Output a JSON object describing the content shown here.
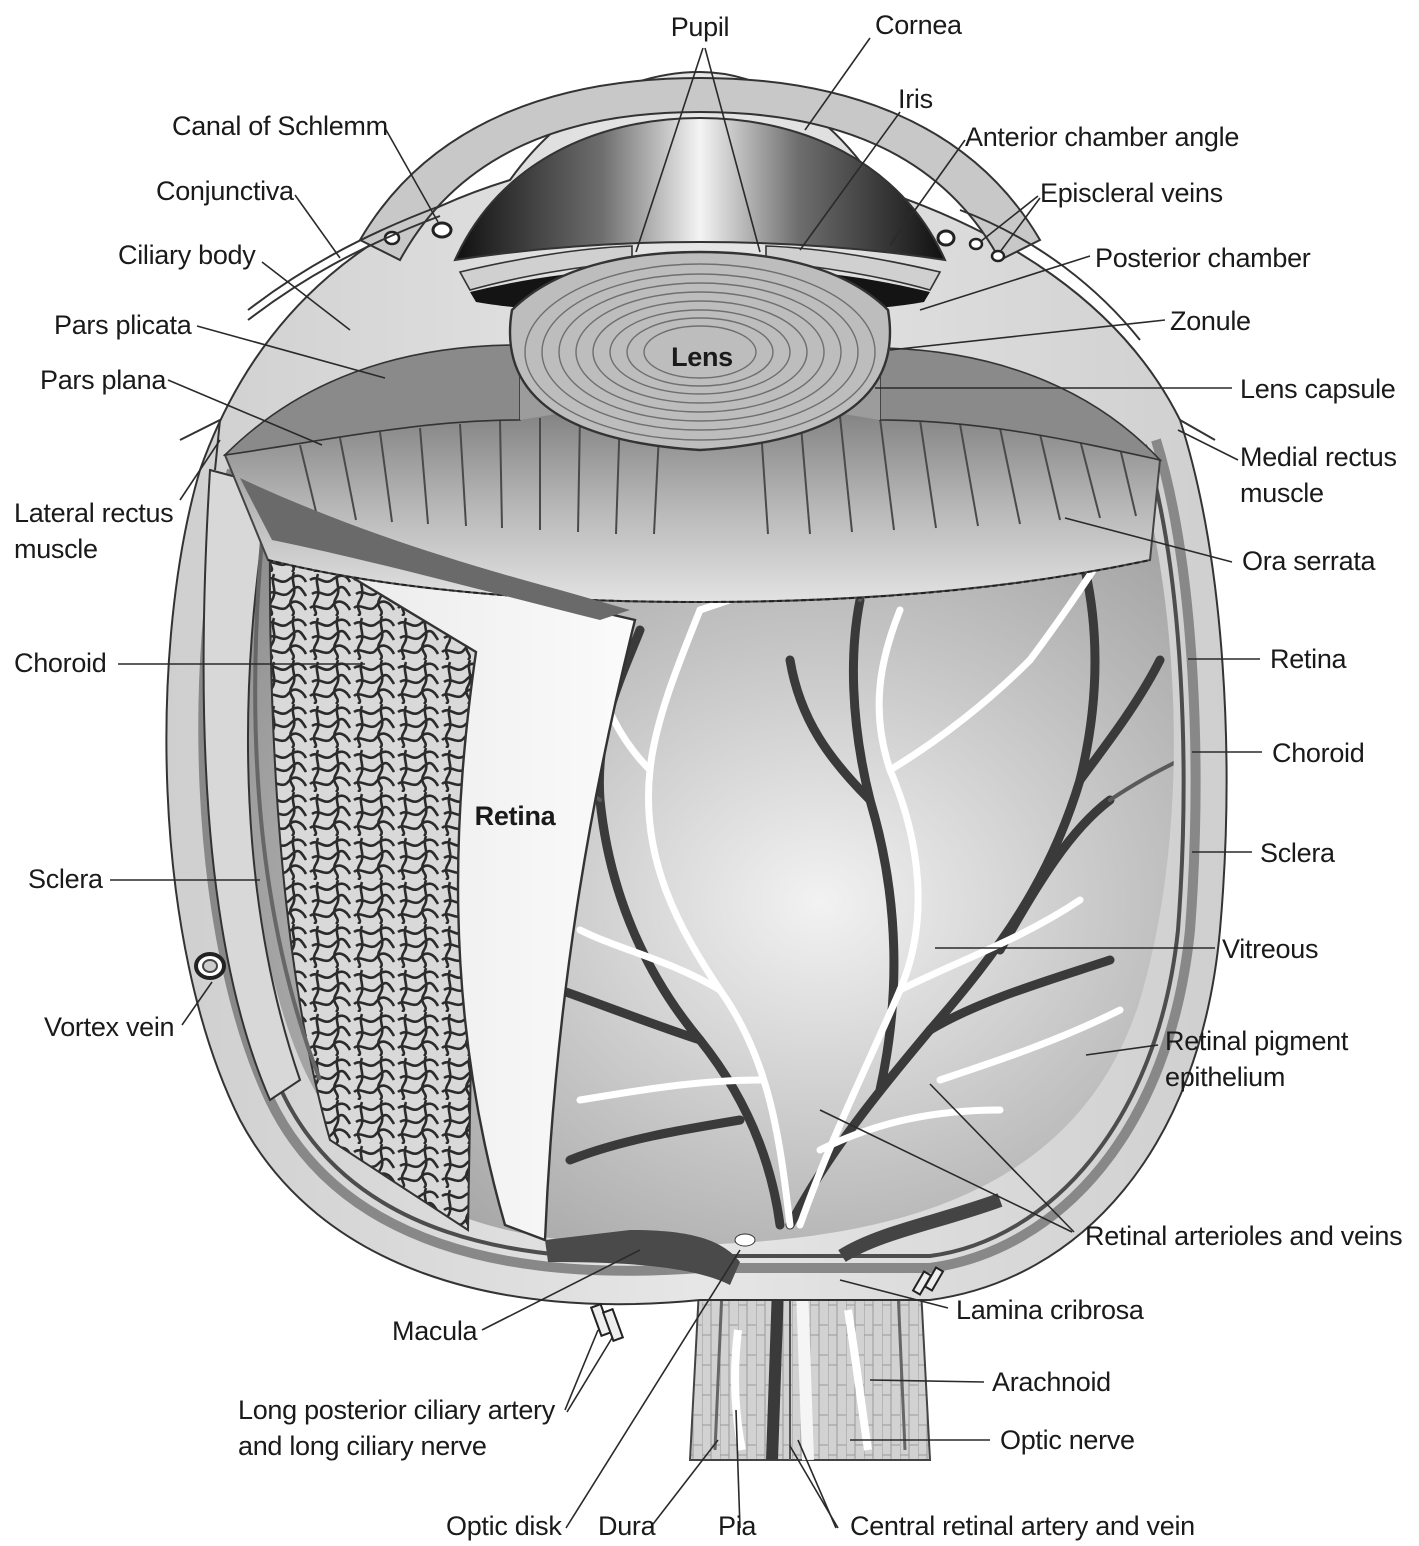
{
  "labels": {
    "pupil": "Pupil",
    "cornea": "Cornea",
    "iris": "Iris",
    "anterior_chamber_angle": "Anterior chamber angle",
    "canal_of_schlemm": "Canal of Schlemm",
    "conjunctiva": "Conjunctiva",
    "episcleral_veins": "Episcleral veins",
    "ciliary_body": "Ciliary body",
    "posterior_chamber": "Posterior chamber",
    "pars_plicata": "Pars plicata",
    "zonule": "Zonule",
    "lens": "Lens",
    "pars_plana": "Pars plana",
    "lens_capsule": "Lens capsule",
    "medial_rectus_line1": "Medial rectus",
    "medial_rectus_line2": "muscle",
    "lateral_rectus_line1": "Lateral rectus",
    "lateral_rectus_line2": "muscle",
    "ora_serrata": "Ora serrata",
    "choroid_left": "Choroid",
    "retina_right": "Retina",
    "choroid_right": "Choroid",
    "retina_center": "Retina",
    "sclera_left": "Sclera",
    "sclera_right": "Sclera",
    "vitreous": "Vitreous",
    "vortex_vein": "Vortex vein",
    "rpe_line1": "Retinal pigment",
    "rpe_line2": "epithelium",
    "retinal_arterioles": "Retinal arterioles and veins",
    "lamina_cribrosa": "Lamina cribrosa",
    "macula": "Macula",
    "arachnoid": "Arachnoid",
    "long_post_ciliary_line1": "Long posterior ciliary artery",
    "long_post_ciliary_line2": "and long ciliary nerve",
    "optic_nerve": "Optic nerve",
    "optic_disk": "Optic disk",
    "dura": "Dura",
    "pia": "Pia",
    "central_retinal": "Central retinal artery and vein"
  }
}
